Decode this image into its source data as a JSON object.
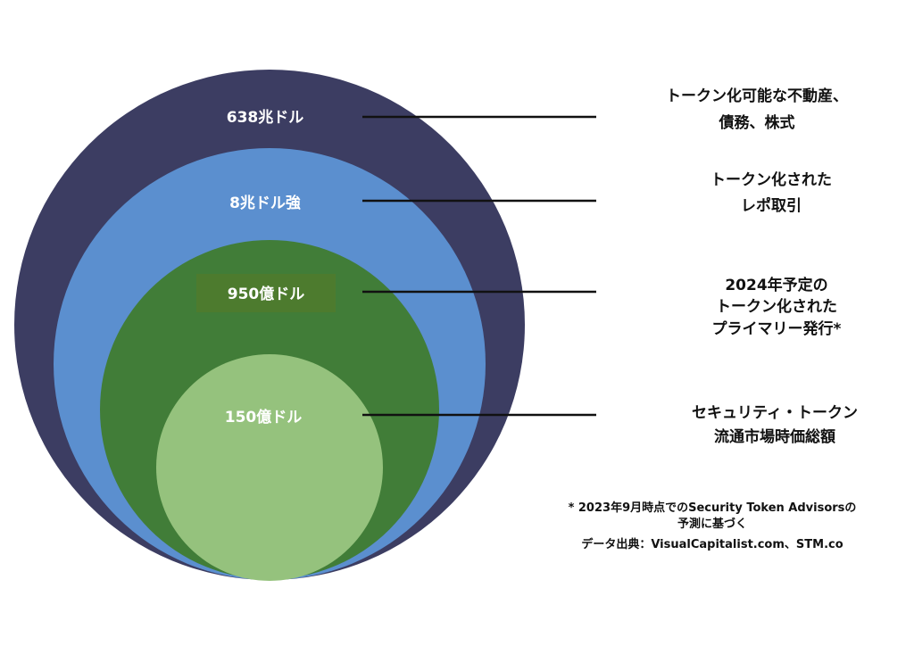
{
  "levels": [
    {
      "value_label": "638兆ドル",
      "description": [
        "トークン化可能な不動産、",
        "債務、株式"
      ],
      "color": "#3c3d62"
    },
    {
      "value_label": "8兆ドル強",
      "description": [
        "トークン化された",
        "レポ取引"
      ],
      "color": "#5b8fcf"
    },
    {
      "value_label": "950億ドル",
      "description": [
        "2024年予定の",
        "トークン化された",
        "プライマリー発行*"
      ],
      "color": "#417d38"
    },
    {
      "value_label": "150億ドル",
      "description": [
        "セキュリティ・トークン",
        "流通市場時価総額"
      ],
      "color": "#95c27d"
    }
  ],
  "footnote": [
    "* 2023年9月時点でのSecurity Token Advisorsの",
    "予測に基づく",
    "データ出典：VisualCapitalist.com、STM.co"
  ],
  "colors": {
    "connector_line": "#111111",
    "value_text": "#ffffff",
    "label_highlight": "#4d7b2e"
  }
}
